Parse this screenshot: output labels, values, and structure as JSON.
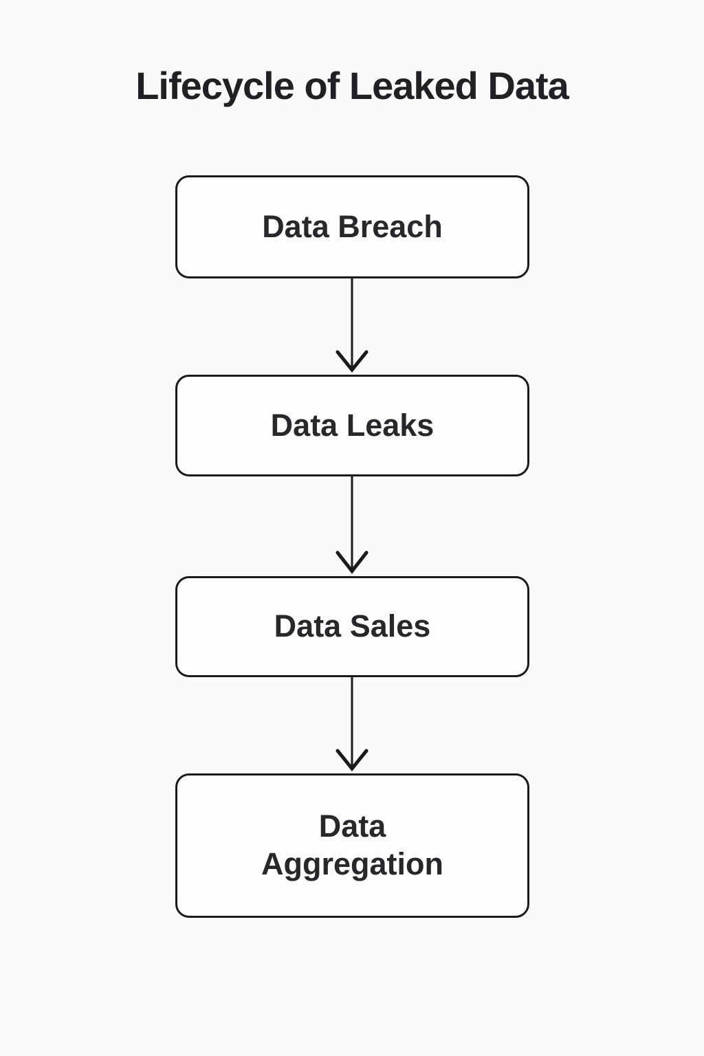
{
  "title": "Lifecycle of Leaked Data",
  "diagram": {
    "type": "flowchart",
    "direction": "top-down",
    "nodes": [
      {
        "id": "data-breach",
        "label": "Data Breach"
      },
      {
        "id": "data-leaks",
        "label": "Data Leaks"
      },
      {
        "id": "data-sales",
        "label": "Data Sales"
      },
      {
        "id": "data-aggregation",
        "label": "Data Aggregation"
      }
    ],
    "edges": [
      {
        "from": "data-breach",
        "to": "data-leaks"
      },
      {
        "from": "data-leaks",
        "to": "data-sales"
      },
      {
        "from": "data-sales",
        "to": "data-aggregation"
      }
    ],
    "colors": {
      "background": "#fafafa",
      "node_fill": "#fdfdfd",
      "node_border": "#1a1a1a",
      "text": "#26282b",
      "arrow": "#1a1a1a"
    }
  }
}
